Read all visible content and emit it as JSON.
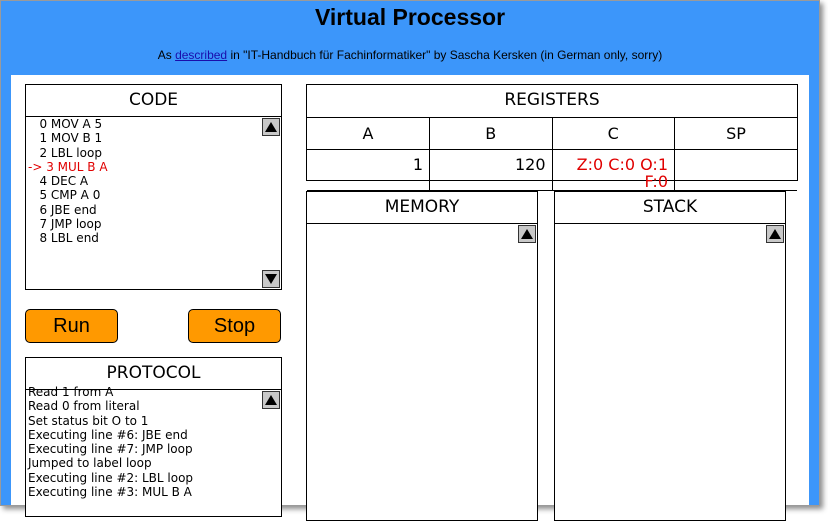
{
  "header": {
    "title": "Virtual Processor",
    "subtitle_prefix": "As ",
    "subtitle_link": "described",
    "subtitle_suffix": " in \"IT-Handbuch für Fachinformatiker\" by Sascha Kersken (in German only, sorry)"
  },
  "code": {
    "title": "CODE",
    "lines": [
      "   0 MOV A 5",
      "   1 MOV B 1",
      "   2 LBL loop",
      "-> 3 MUL B A",
      "   4 DEC A",
      "   5 CMP A 0",
      "   6 JBE end",
      "   7 JMP loop",
      "   8 LBL end"
    ],
    "active_index": 3
  },
  "controls": {
    "run_label": "Run",
    "stop_label": "Stop"
  },
  "protocol": {
    "title": "PROTOCOL",
    "lines": [
      "Read 1 from A",
      "Read 0 from literal",
      "Set status bit O to 1",
      "Executing line #6: JBE end",
      "Executing line #7: JMP loop",
      "Jumped to label loop",
      "Executing line #2: LBL loop",
      "Executing line #3: MUL B A"
    ]
  },
  "registers": {
    "title": "REGISTERS",
    "names": [
      "A",
      "B",
      "C",
      "SP"
    ],
    "values": [
      "1",
      "120",
      "Z:0 C:0 O:1 F:0",
      ""
    ],
    "flags_color": "#e00000"
  },
  "memory": {
    "title": "MEMORY"
  },
  "stack": {
    "title": "STACK"
  },
  "colors": {
    "header_bg": "#3c96fa",
    "button_bg": "#ff9900",
    "active_line": "#e00000"
  }
}
